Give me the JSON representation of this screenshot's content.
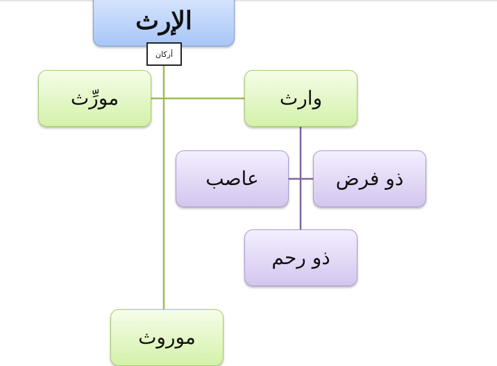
{
  "diagram": {
    "root": {
      "label": "الإرث"
    },
    "pillars_tag": "أركان",
    "nodes": {
      "mawrith": "مورِّث",
      "warith": "وارث",
      "asib": "عاصب",
      "dhu_fard": "ذو فرض",
      "dhu_rahim": "ذو رحم",
      "mawruth": "موروث"
    },
    "colors": {
      "root_fill": "#a8c6f8",
      "pillar_fill": "#d4f1a9",
      "heir_type_fill": "#d3c6ee",
      "pillar_connector": "#9bbb59",
      "heir_connector": "#8064a2"
    }
  }
}
